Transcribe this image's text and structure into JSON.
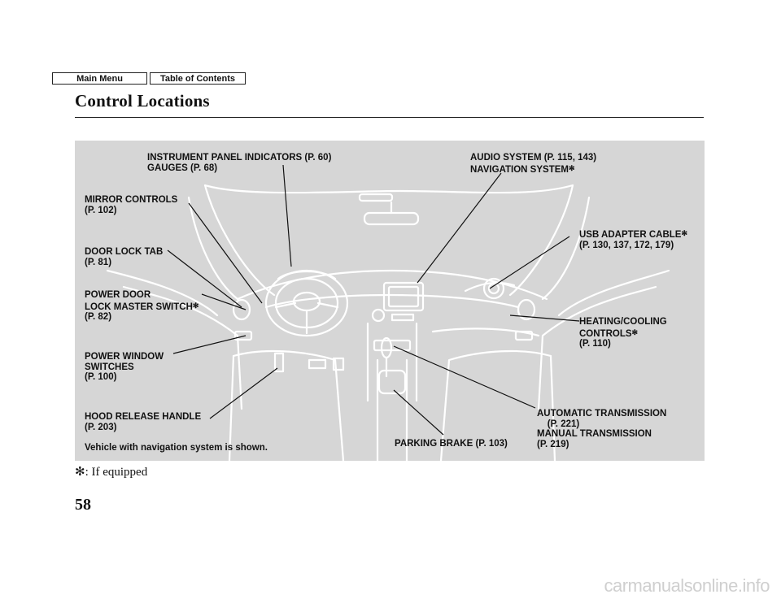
{
  "nav": {
    "main_menu_label": "Main Menu",
    "toc_label": "Table of Contents"
  },
  "page": {
    "title": "Control Locations",
    "number": "58",
    "footnote": "✻: If equipped",
    "watermark": "carmanualsonline.info"
  },
  "figure": {
    "caption": "Vehicle with navigation system is shown.",
    "equipped_marker": "✻",
    "labels": {
      "instrument_panel": "INSTRUMENT PANEL INDICATORS (P. 60)\nGAUGES (P. 68)",
      "audio_system": "AUDIO SYSTEM (P. 115, 143)",
      "navigation_system": "NAVIGATION SYSTEM",
      "mirror_controls": "MIRROR CONTROLS\n(P. 102)",
      "usb_adapter": "USB ADAPTER CABLE",
      "usb_adapter_pages": "(P. 130, 137, 172, 179)",
      "door_lock_tab": "DOOR LOCK TAB\n(P. 81)",
      "power_door_lock_line1": "POWER DOOR",
      "power_door_lock_line2": "LOCK MASTER SWITCH",
      "power_door_lock_page": "(P. 82)",
      "heating_cooling_line1": "HEATING/COOLING",
      "heating_cooling_line2": "CONTROLS",
      "heating_cooling_page": "(P. 110)",
      "power_window": "POWER WINDOW\nSWITCHES\n(P. 100)",
      "hood_release": "HOOD RELEASE HANDLE\n(P. 203)",
      "automatic_transmission": "AUTOMATIC TRANSMISSION\n    (P. 221)",
      "manual_transmission": "MANUAL TRANSMISSION\n(P. 219)",
      "parking_brake": "PARKING BRAKE (P. 103)"
    }
  },
  "colors": {
    "panel_bg": "#d6d6d6",
    "line_art": "#ffffff",
    "text": "#111111"
  }
}
